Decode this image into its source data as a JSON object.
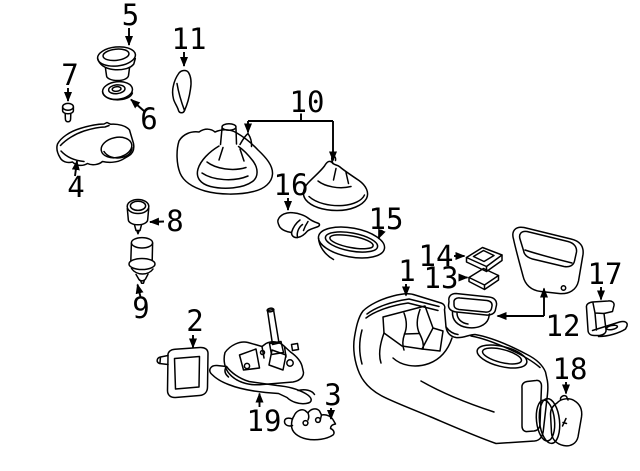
{
  "diagram": {
    "background_color": "#ffffff",
    "line_color": "#000000",
    "callouts": {
      "c1": "1",
      "c2": "2",
      "c3": "3",
      "c4": "4",
      "c5": "5",
      "c6": "6",
      "c7": "7",
      "c8": "8",
      "c9": "9",
      "c10": "10",
      "c11": "11",
      "c12": "12",
      "c13": "13",
      "c14": "14",
      "c15": "15",
      "c16": "16",
      "c17": "17",
      "c18": "18",
      "c19": "19"
    }
  }
}
